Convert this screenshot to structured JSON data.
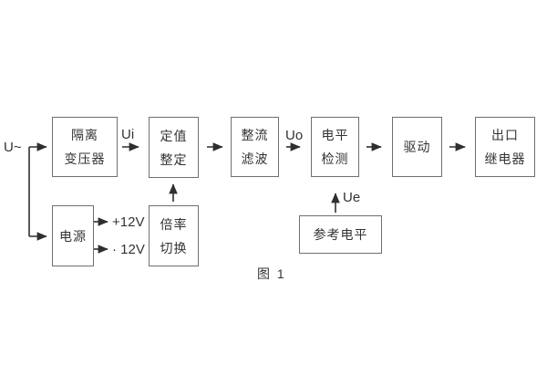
{
  "diagram": {
    "caption": "图 1",
    "labels": {
      "input": "U~",
      "ui": "Ui",
      "uo": "Uo",
      "ue": "Ue",
      "plus12": "+12V",
      "minus12": "· 12V"
    },
    "blocks": {
      "isolation_transformer": {
        "line1": "隔离",
        "line2": "变压器"
      },
      "setting_adjust": {
        "line1": "定值",
        "line2": "整定"
      },
      "rectifier_filter": {
        "line1": "整流",
        "line2": "滤波"
      },
      "level_detection": {
        "line1": "电平",
        "line2": "检测"
      },
      "drive": {
        "line1": "驱动"
      },
      "output_relay": {
        "line1": "出口",
        "line2": "继电器"
      },
      "power_supply": {
        "line1": "电源"
      },
      "ratio_switch": {
        "line1": "倍率",
        "line2": "切换"
      },
      "reference_level": {
        "line1": "参考电平"
      }
    },
    "colors": {
      "background": "#ffffff",
      "box_border": "#6f6f6f",
      "wire": "#2f2f2f",
      "text": "#333333"
    }
  }
}
